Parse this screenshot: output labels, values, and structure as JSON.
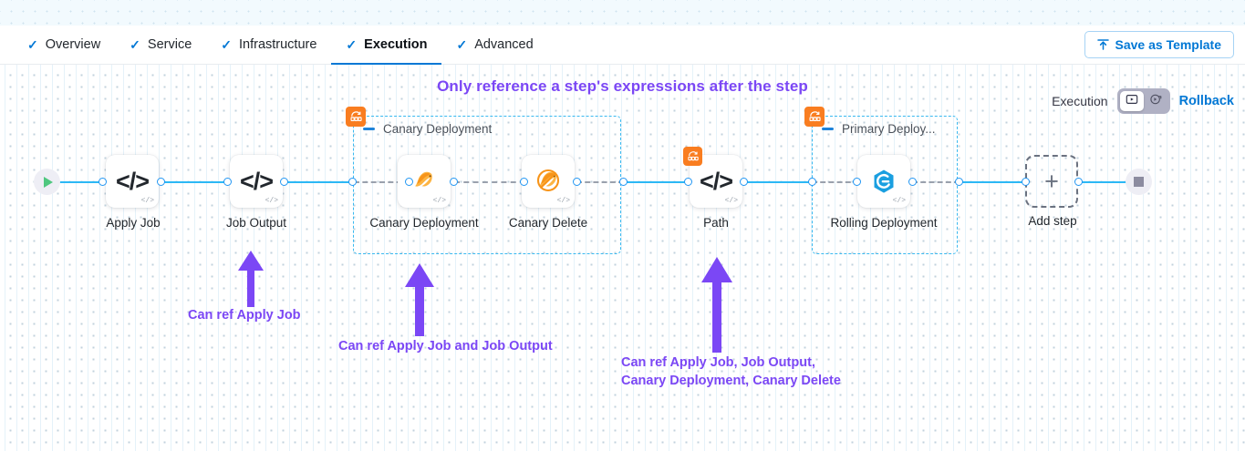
{
  "tabs": [
    {
      "label": "Overview",
      "checked": true,
      "active": false
    },
    {
      "label": "Service",
      "checked": true,
      "active": false
    },
    {
      "label": "Infrastructure",
      "checked": true,
      "active": false
    },
    {
      "label": "Execution",
      "checked": true,
      "active": true
    },
    {
      "label": "Advanced",
      "checked": true,
      "active": false
    }
  ],
  "toolbar": {
    "save_template_label": "Save as Template",
    "save_template_icon": "upload-template-icon"
  },
  "headline": "Only reference a step's expressions after the step",
  "mode_toggle": {
    "execution_label": "Execution",
    "rollback_label": "Rollback",
    "execution_icon": "execution-run-icon",
    "rollback_icon": "rollback-run-icon",
    "selected": "Execution"
  },
  "colors": {
    "accent_blue": "#0278d5",
    "link_blue": "#2cb8f5",
    "group_border": "#39b9f0",
    "annotation_purple": "#7b47f5",
    "group_badge_orange": "#f97d20",
    "start_green": "#4fc77f",
    "stop_grey": "#8c8ca0"
  },
  "graph": {
    "start_node": {
      "name": "pipeline-start",
      "icon": "play-icon"
    },
    "end_node": {
      "name": "pipeline-end",
      "icon": "stop-icon"
    },
    "nodes": [
      {
        "id": "apply-job",
        "label": "Apply Job",
        "icon": "code-icon",
        "badge": null
      },
      {
        "id": "job-output",
        "label": "Job Output",
        "icon": "code-icon",
        "badge": null
      },
      {
        "id": "canary-deployment",
        "label": "Canary\nDeployment",
        "icon": "canary-bird-icon",
        "badge": null
      },
      {
        "id": "canary-delete",
        "label": "Canary Delete",
        "icon": "canary-delete-icon",
        "badge": null
      },
      {
        "id": "path",
        "label": "Path",
        "icon": "code-icon",
        "badge": "step-group-icon"
      },
      {
        "id": "rolling-deployment",
        "label": "Rolling\nDeployment",
        "icon": "rolling-deployment-icon",
        "badge": null
      }
    ],
    "add_step": {
      "label": "Add step",
      "icon": "plus-icon"
    },
    "groups": [
      {
        "id": "canary-deployment-group",
        "label": "Canary Deployment",
        "badge": "step-group-icon"
      },
      {
        "id": "primary-deploy-group",
        "label": "Primary Deploy...",
        "badge": "step-group-icon"
      }
    ]
  },
  "annotations": [
    {
      "id": "anno-apply-job",
      "text": "Can ref Apply Job"
    },
    {
      "id": "anno-canary-deployment",
      "text": "Can ref Apply Job and Job Output"
    },
    {
      "id": "anno-path",
      "text": "Can ref Apply Job, Job Output,\nCanary Deployment, Canary Delete"
    }
  ]
}
